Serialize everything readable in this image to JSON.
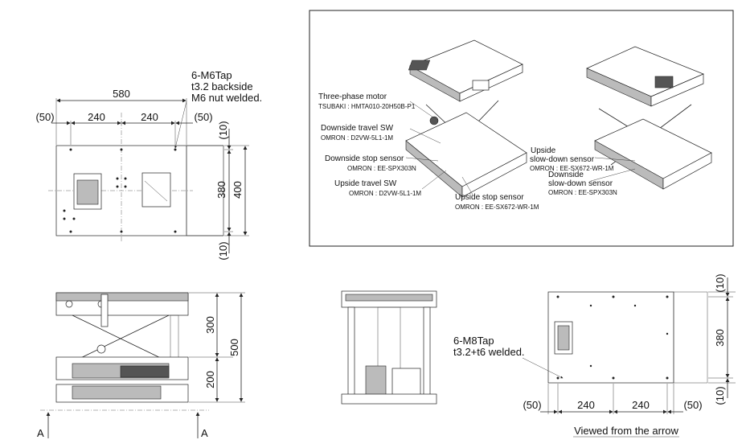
{
  "top_view": {
    "dim_580": "580",
    "dim_50_left": "(50)",
    "dim_240_a": "240",
    "dim_240_b": "240",
    "dim_50_right": "(50)",
    "dim_10_top": "(10)",
    "dim_380": "380",
    "dim_400": "400",
    "dim_10_bottom": "(10)",
    "tap_line1": "6-M6Tap",
    "tap_line2": "t3.2 backside",
    "tap_line3": "M6 nut welded."
  },
  "iso_view": {
    "motor_label": "Three-phase motor",
    "motor_model": "TSUBAKI : HMTA010-20H50B-P1",
    "down_travel_label": "Downside travel SW",
    "down_travel_model": "OMRON : D2VW-5L1-1M",
    "down_stop_label": "Downside stop sensor",
    "down_stop_model": "OMRON : EE-SPX303N",
    "up_travel_label": "Upside travel SW",
    "up_travel_model": "OMRON : D2VW-5L1-1M",
    "up_stop_label": "Upside stop sensor",
    "up_stop_model": "OMRON : EE-SX672-WR-1M",
    "up_slow_label1": "Upside",
    "up_slow_label2": "slow-down sensor",
    "up_slow_model": "OMRON : EE-SX672-WR-1M",
    "down_slow_label1": "Downside",
    "down_slow_label2": "slow-down sensor",
    "down_slow_model": "OMRON : EE-SPX303N"
  },
  "front_view": {
    "dim_300": "300",
    "dim_500": "500",
    "dim_200": "200",
    "arrow_a_left": "A",
    "arrow_a_right": "A"
  },
  "bottom_view": {
    "dim_10_top": "(10)",
    "dim_380": "380",
    "dim_10_bottom": "(10)",
    "dim_50_left": "(50)",
    "dim_240_a": "240",
    "dim_240_b": "240",
    "dim_50_right": "(50)",
    "tap_line1": "6-M8Tap",
    "tap_line2": "t3.2+t6 welded.",
    "caption": "Viewed from the arrow"
  }
}
